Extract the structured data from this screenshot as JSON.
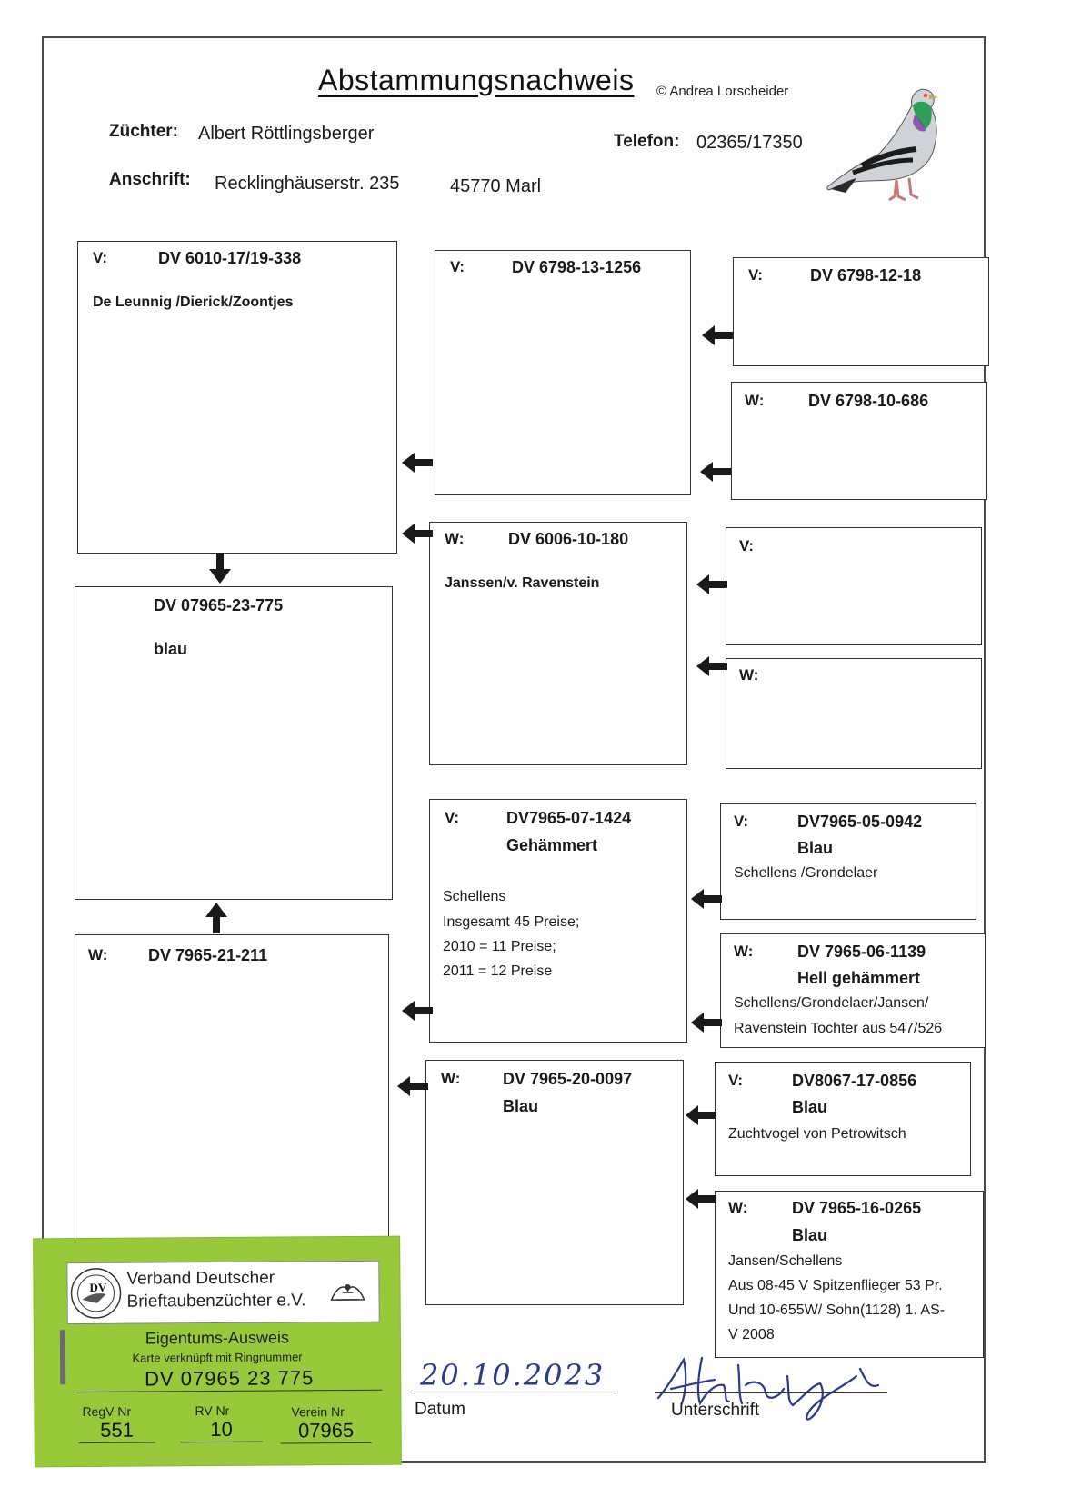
{
  "header": {
    "title": "Abstammungsnachweis",
    "copyright": "© Andrea Lorscheider",
    "breeder_label": "Züchter:",
    "breeder_name": "Albert Röttlingsberger",
    "phone_label": "Telefon:",
    "phone": "02365/17350",
    "address_label": "Anschrift:",
    "street": "Recklinghäuserstr. 235",
    "city": "45770 Marl"
  },
  "subject": {
    "ring": "DV 07965-23-775",
    "color": "blau"
  },
  "father": {
    "label": "V:",
    "ring": "DV 6010-17/19-338",
    "note": "De Leunnig /Dierick/Zoontjes"
  },
  "mother": {
    "label": "W:",
    "ring": "DV 7965-21-211"
  },
  "ff": {
    "label": "V:",
    "ring": "DV 6798-13-1256"
  },
  "fm": {
    "label": "W:",
    "ring": "DV 6006-10-180",
    "note": "Janssen/v. Ravenstein"
  },
  "mf": {
    "label": "V:",
    "ring": "DV7965-07-1424",
    "color": "Gehämmert",
    "lines": [
      "Schellens",
      "Insgesamt 45 Preise;",
      "2010 = 11 Preise;",
      "2011 = 12 Preise"
    ]
  },
  "mm": {
    "label": "W:",
    "ring": "DV 7965-20-0097",
    "color": "Blau"
  },
  "fff": {
    "label": "V:",
    "ring": "DV 6798-12-18"
  },
  "ffm": {
    "label": "W:",
    "ring": "DV 6798-10-686"
  },
  "fmf": {
    "label": "V:"
  },
  "fmm": {
    "label": "W:"
  },
  "mff": {
    "label": "V:",
    "ring": "DV7965-05-0942",
    "color": "Blau",
    "note": "Schellens /Grondelaer"
  },
  "mfm": {
    "label": "W:",
    "ring": "DV 7965-06-1139",
    "color": "Hell gehämmert",
    "lines": [
      "Schellens/Grondelaer/Jansen/",
      "Ravenstein Tochter aus 547/526"
    ]
  },
  "mmf": {
    "label": "V:",
    "ring": "DV8067-17-0856",
    "color": "Blau",
    "note": "Zuchtvogel von Petrowitsch"
  },
  "mmm": {
    "label": "W:",
    "ring": "DV 7965-16-0265",
    "color": "Blau",
    "lines": [
      "Jansen/Schellens",
      "Aus 08-45 V Spitzenflieger 53 Pr.",
      "Und 10-655W/ Sohn(1128) 1. AS-",
      "V 2008"
    ]
  },
  "footer": {
    "date_value": "20.10.2023",
    "date_label": "Datum",
    "signature_label": "Unterschrift",
    "signature_value": "Albert Röttlingsberger"
  },
  "card": {
    "org_line1": "Verband Deutscher",
    "org_line2": "Brieftaubenzüchter e.V.",
    "logo_text": "DV",
    "title": "Eigentums-Ausweis",
    "subtitle": "Karte verknüpft mit Ringnummer",
    "ring": "DV 07965 23 775",
    "regv_label": "RegV Nr",
    "regv": "551",
    "rv_label": "RV Nr",
    "rv": "10",
    "verein_label": "Verein Nr",
    "verein": "07965",
    "color": "#97c93a"
  },
  "icons": [
    "pigeon-icon",
    "arrow-left-icon",
    "arrow-down-icon",
    "arrow-up-icon",
    "dv-logo-icon",
    "ornament-icon"
  ]
}
